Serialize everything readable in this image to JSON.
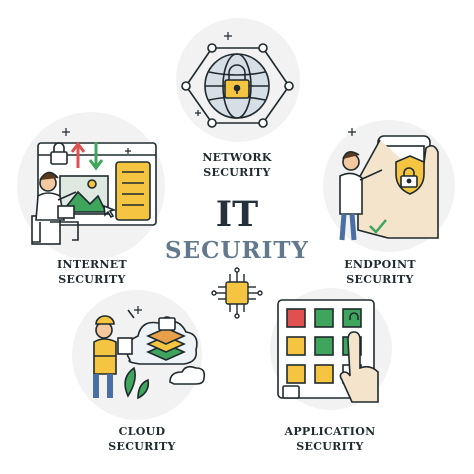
{
  "title": {
    "line1": "IT",
    "line2": "SECURITY"
  },
  "sections": {
    "network": {
      "line1": "NETWORK",
      "line2": "SECURITY",
      "icon": "globe-lock-icon"
    },
    "internet": {
      "line1": "INTERNET",
      "line2": "SECURITY",
      "icon": "browser-window-icon"
    },
    "endpoint": {
      "line1": "ENDPOINT",
      "line2": "SECURITY",
      "icon": "smartphone-shield-icon"
    },
    "cloud": {
      "line1": "CLOUD",
      "line2": "SECURITY",
      "icon": "cloud-database-icon"
    },
    "application": {
      "line1": "APPLICATION",
      "line2": "SECURITY",
      "icon": "app-grid-icon"
    }
  },
  "center_icon": "microchip-icon",
  "colors": {
    "accent_yellow": "#f5c542",
    "accent_green": "#3fa55c",
    "accent_red": "#e05050",
    "title_dark": "#24313a",
    "title_blue": "#61788d",
    "circle_bg": "#f2f2f2"
  }
}
